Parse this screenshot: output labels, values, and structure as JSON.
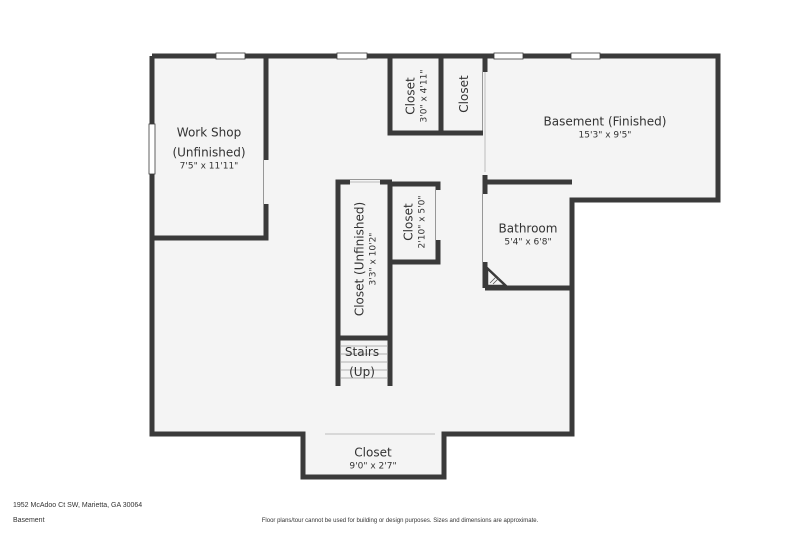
{
  "rooms": {
    "workshop": {
      "name": "Work Shop\n(Unfinished)",
      "dims": "7'5\" x 11'11\""
    },
    "closet_top_left": {
      "name": "Closet",
      "dims": "3'0\" x 4'11\""
    },
    "closet_top_right": {
      "name": "Closet"
    },
    "basement_finished": {
      "name": "Basement (Finished)",
      "dims": "15'3\" x 9'5\""
    },
    "closet_unfinished": {
      "name": "Closet (Unfinished)",
      "dims": "3'3\" x 10'2\""
    },
    "closet_middle": {
      "name": "Closet",
      "dims": "2'10\" x 5'0\""
    },
    "bathroom": {
      "name": "Bathroom",
      "dims": "5'4\" x 6'8\""
    },
    "stairs": {
      "name": "Stairs\n(Up)"
    },
    "closet_bottom": {
      "name": "Closet",
      "dims": "9'0\" x 2'7\""
    }
  },
  "footer": {
    "address": "1952 McAdoo Ct SW, Marietta, GA 30064",
    "level": "Basement",
    "disclaimer": "Floor plans/tour cannot be used for building or design purposes. Sizes and dimensions are approximate."
  },
  "colors": {
    "wall": "#3a3a3a",
    "floor": "#f4f4f4",
    "window": "#ffffff"
  }
}
